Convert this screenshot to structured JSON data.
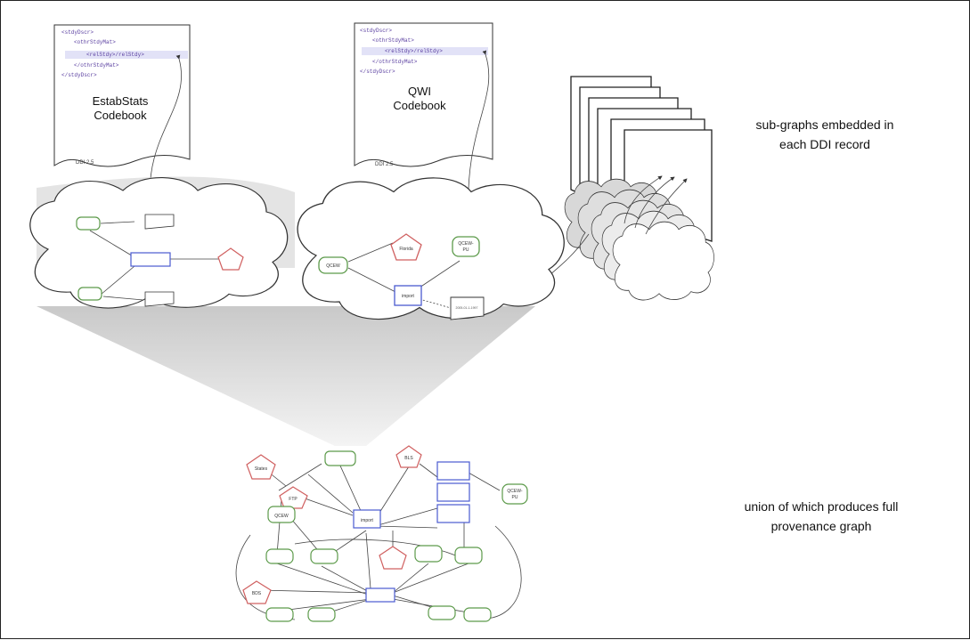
{
  "captions": {
    "top": [
      "sub-graphs embedded in",
      "each DDI record"
    ],
    "bottom": [
      "union of which produces full",
      "provenance graph"
    ]
  },
  "doc_left": {
    "title": [
      "EstabStats",
      "Codebook"
    ],
    "version": "DDI 2.5",
    "code": [
      "<stdyDscr>",
      "<othrStdyMat>",
      "<relStdy>/relStdy>",
      "</othrStdyMat>",
      "</stdyDscr>"
    ]
  },
  "doc_mid": {
    "title": [
      "QWI",
      "Codebook"
    ],
    "version": "DDI 2.5",
    "code": [
      "<stdyDscr>",
      "<othrStdyMat>",
      "<relStdy>/relStdy>",
      "</othrStdyMat>",
      "</stdyDscr>"
    ]
  },
  "cloud_mid_nodes": {
    "florida": "Florida",
    "qcew_pu": [
      "QCEW-",
      "PU"
    ],
    "qcew": "QCEW",
    "import": "import",
    "date": "2005-01-1-1997"
  },
  "union_nodes": {
    "states": "States",
    "qcew": "QCEW",
    "ftp": "FTP",
    "import": "import",
    "bls": "BLS",
    "qcew_pu": [
      "QCEW-",
      "PU"
    ],
    "bds": "BDS"
  },
  "colors": {
    "activity": "#4a5bd0",
    "entity": "#5c9a4a",
    "agent": "#d06060"
  }
}
